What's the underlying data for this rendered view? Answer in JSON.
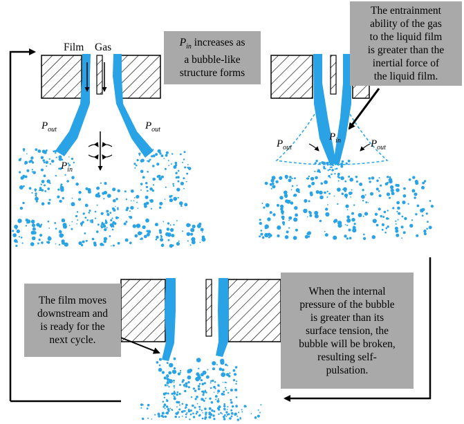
{
  "labels": {
    "film": "Film",
    "gas": "Gas",
    "p": "P",
    "out": "out",
    "in": "in"
  },
  "notes": {
    "top_middle": {
      "symbol": "P",
      "symbol_sub": "in",
      "line1_rest": " increases as",
      "line2": "a bubble-like",
      "line3": "structure forms"
    },
    "top_right": {
      "line1": "The entrainment",
      "line2": "ability of the gas",
      "line3": "to the liquid film",
      "line4": "is greater than the",
      "line5": "inertial force of",
      "line6": "the liquid film."
    },
    "bottom_left": {
      "line1": "The film moves",
      "line2": "downstream and",
      "line3": "is ready for the",
      "line4": "next cycle."
    },
    "bottom_right": {
      "line1": "When the internal",
      "line2": "pressure of the bubble",
      "line3": "is greater than its",
      "line4": "surface tension, the",
      "line5": "bubble will be broken,",
      "line6": "resulting  self-",
      "line7": "pulsation."
    }
  },
  "colors": {
    "liquid": "#29a3e6",
    "note_bg": "#a9a9a9",
    "line": "#000000"
  }
}
